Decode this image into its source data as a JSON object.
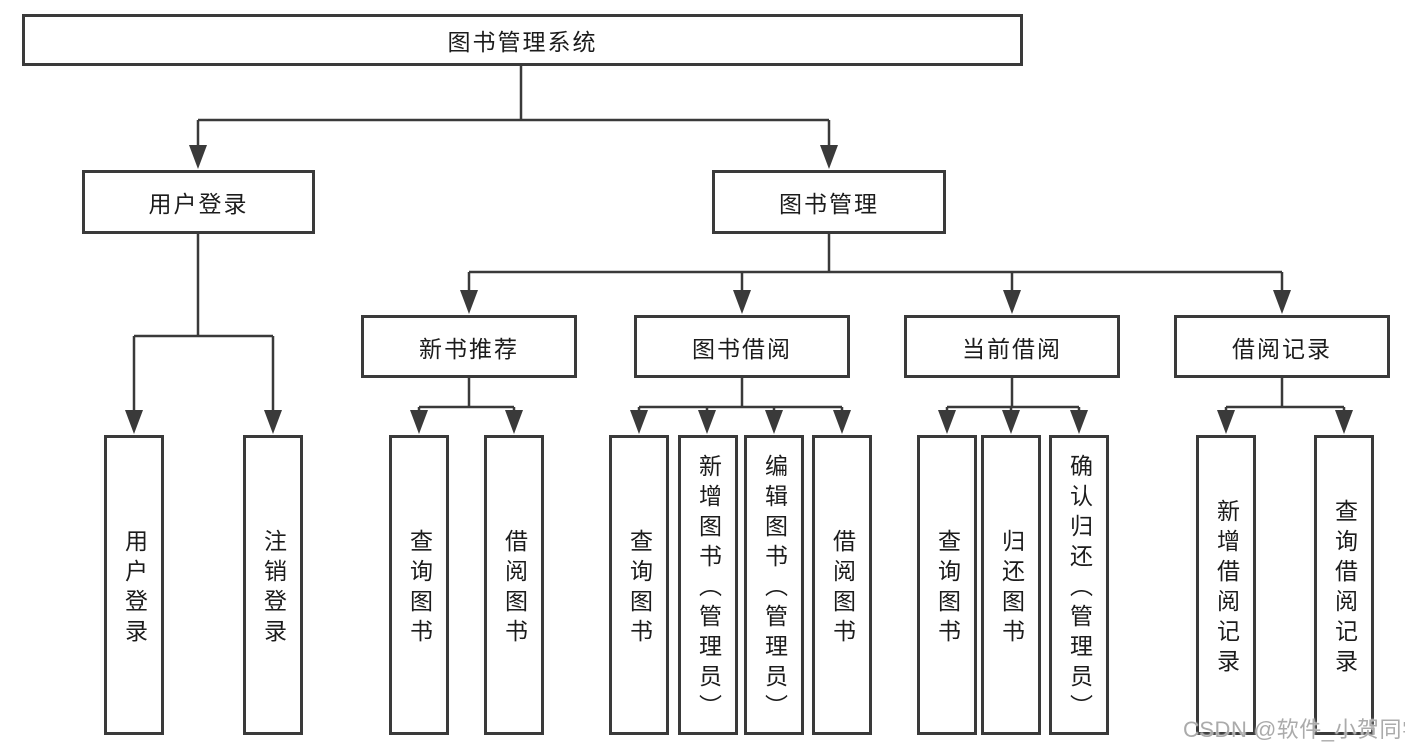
{
  "diagram": {
    "root": {
      "label": "图书管理系统"
    },
    "branches": [
      {
        "label": "用户登录",
        "children": [
          "用户登录",
          "注销登录"
        ]
      },
      {
        "label": "图书管理",
        "sections": [
          {
            "label": "新书推荐",
            "children": [
              "查询图书",
              "借阅图书"
            ]
          },
          {
            "label": "图书借阅",
            "children": [
              "查询图书",
              "新增图书（管理员）",
              "编辑图书（管理员）",
              "借阅图书"
            ]
          },
          {
            "label": "当前借阅",
            "children": [
              "查询图书",
              "归还图书",
              "确认归还（管理员）"
            ]
          },
          {
            "label": "借阅记录",
            "children": [
              "新增借阅记录",
              "查询借阅记录"
            ]
          }
        ]
      }
    ]
  },
  "watermark": {
    "text": "CSDN @软件_小贺同学"
  },
  "colors": {
    "line": "#3a3a3a",
    "box_border": "#3a3a3a",
    "text": "#1c1c1c",
    "watermark": "#ababab",
    "background": "#ffffff"
  }
}
